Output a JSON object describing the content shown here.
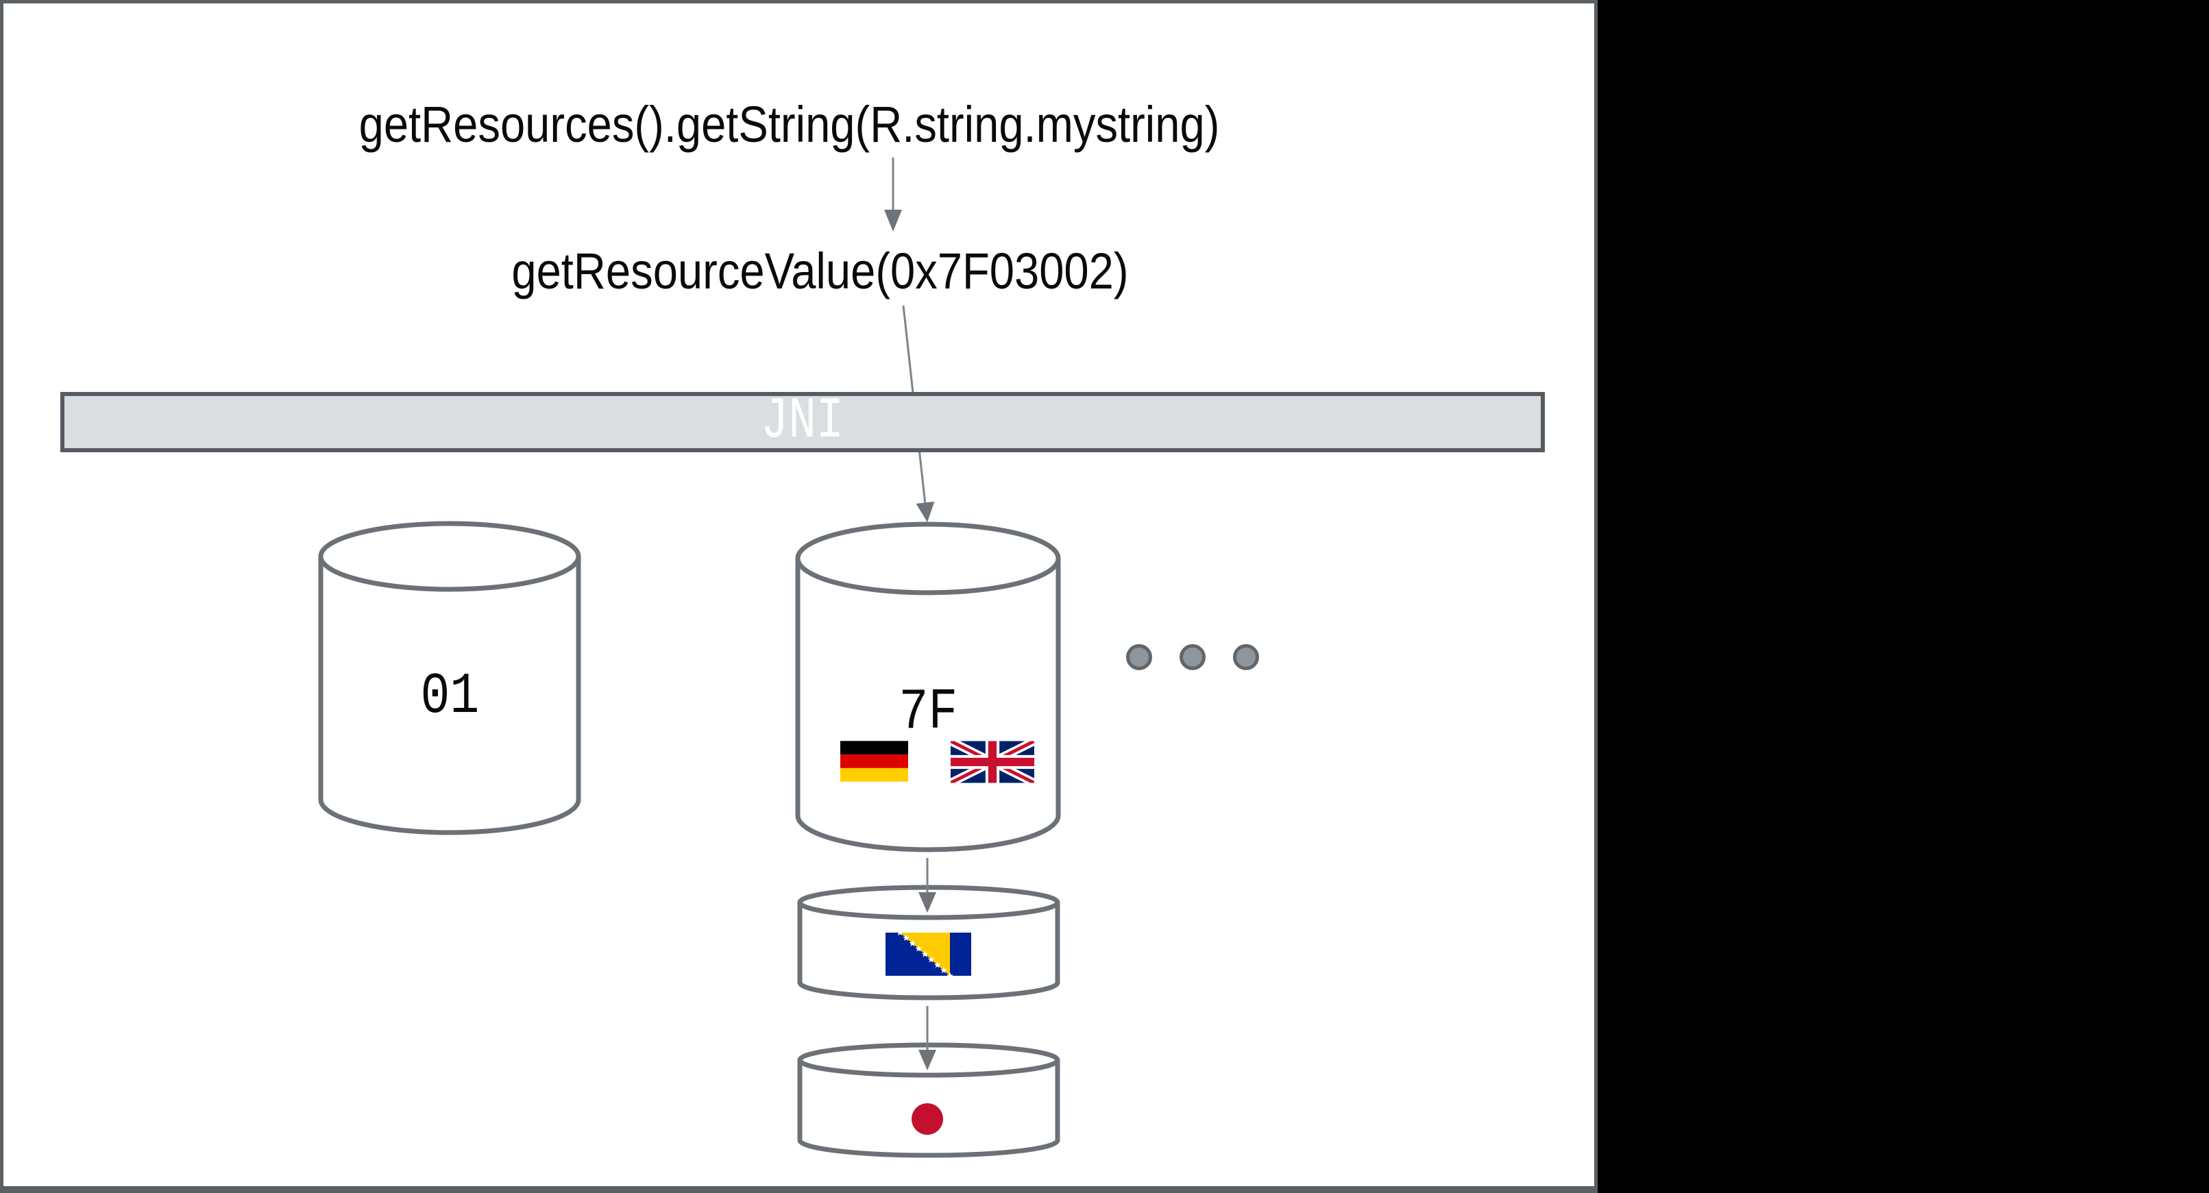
{
  "diagram": {
    "call_line": "getResources().getString(R.string.mystring)",
    "resolve_line": "getResourceValue(0x7F03002)",
    "jni_label": "JNI",
    "packages": [
      {
        "label": "01",
        "flag_icons": []
      },
      {
        "label": "7F",
        "flag_icons": [
          "germany-flag-icon",
          "uk-flag-icon"
        ]
      }
    ],
    "ellipsis_dot_count": 3,
    "config_cylinders": [
      {
        "flag_icon": "bosnia-herzegovina-flag-icon"
      },
      {
        "flag_icon": "japan-flag-icon"
      }
    ],
    "colors": {
      "slide_background": "#ffffff",
      "outside_background": "#000000",
      "frame_border": "#5b6065",
      "jni_fill": "#dbdee0",
      "jni_border": "#565c61",
      "jni_text": "#ffffff",
      "cylinder_stroke": "#6b7176",
      "arrow_line": "#7d8389",
      "arrowhead": "#6e747a",
      "dot_fill": "#8f969b",
      "dot_border": "#60666a",
      "germany_black": "#000000",
      "germany_red": "#dd0000",
      "germany_gold": "#ffce00",
      "uk_blue": "#012169",
      "uk_red": "#c8102e",
      "bosnia_blue": "#002395",
      "bosnia_yellow": "#fecb00",
      "japan_red": "#c50f2e"
    }
  }
}
